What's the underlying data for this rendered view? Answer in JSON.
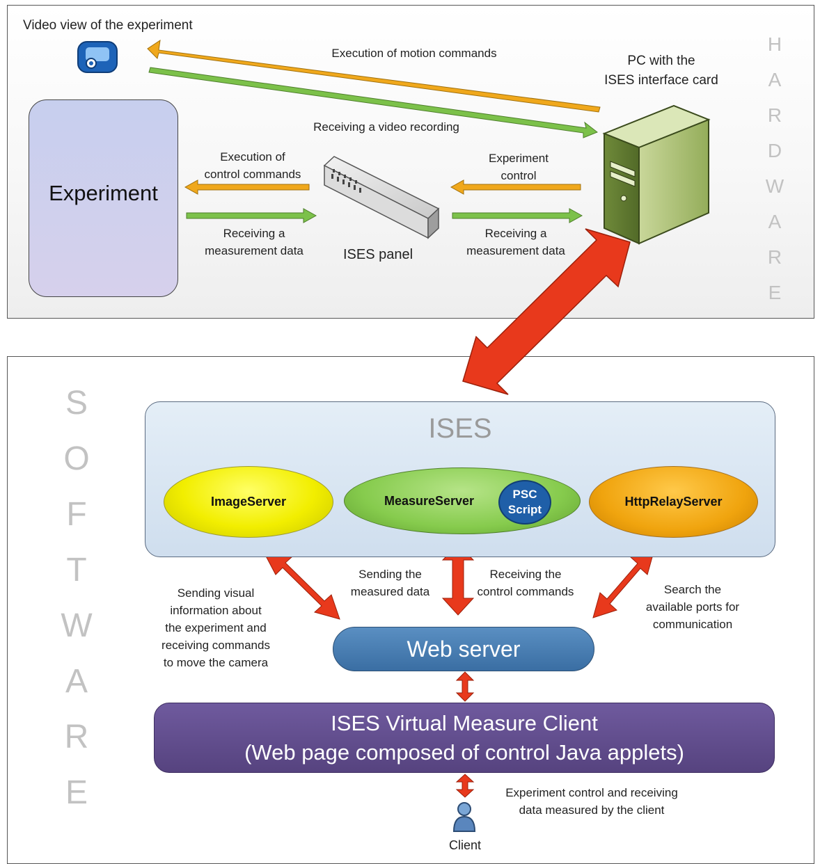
{
  "hardware": {
    "side_label_letters": [
      "H",
      "A",
      "R",
      "D",
      "W",
      "A",
      "R",
      "E"
    ],
    "video_view_label": "Video view of the experiment",
    "motion_commands_label": "Execution of motion commands",
    "video_recording_label": "Receiving a video recording",
    "pc_label": "PC with the\nISES interface card",
    "experiment_label": "Experiment",
    "control_commands_label": "Execution of\ncontrol commands",
    "measurement_left_label": "Receiving a\nmeasurement data",
    "panel_label": "ISES panel",
    "experiment_control_label": "Experiment\ncontrol",
    "measurement_right_label": "Receiving a\nmeasurement data"
  },
  "software": {
    "side_label_letters": [
      "S",
      "O",
      "F",
      "T",
      "W",
      "A",
      "R",
      "E"
    ],
    "ises_title": "ISES",
    "image_server": "ImageServer",
    "measure_server": "MeasureServer",
    "psc_script": "PSC\nScript",
    "http_relay_server": "HttpRelayServer",
    "sending_visual_label": "Sending visual\ninformation about\nthe experiment and\nreceiving commands\nto move the camera",
    "sending_measured_label": "Sending the\nmeasured data",
    "receiving_control_label": "Receiving the\ncontrol commands",
    "search_ports_label": "Search the\navailable ports for\ncommunication",
    "web_server": "Web server",
    "vmc_line1": "ISES Virtual Measure Client",
    "vmc_line2": "(Web page composed of control Java applets)",
    "client_note": "Experiment control and receiving\ndata measured by the client",
    "client_label": "Client"
  },
  "colors": {
    "command_arrow": "#f0a81c",
    "data_arrow": "#7cc14a",
    "link_arrow": "#e8391c"
  },
  "icons": [
    "camera-icon",
    "switch-panel-icon",
    "pc-tower-icon",
    "client-user-icon"
  ]
}
